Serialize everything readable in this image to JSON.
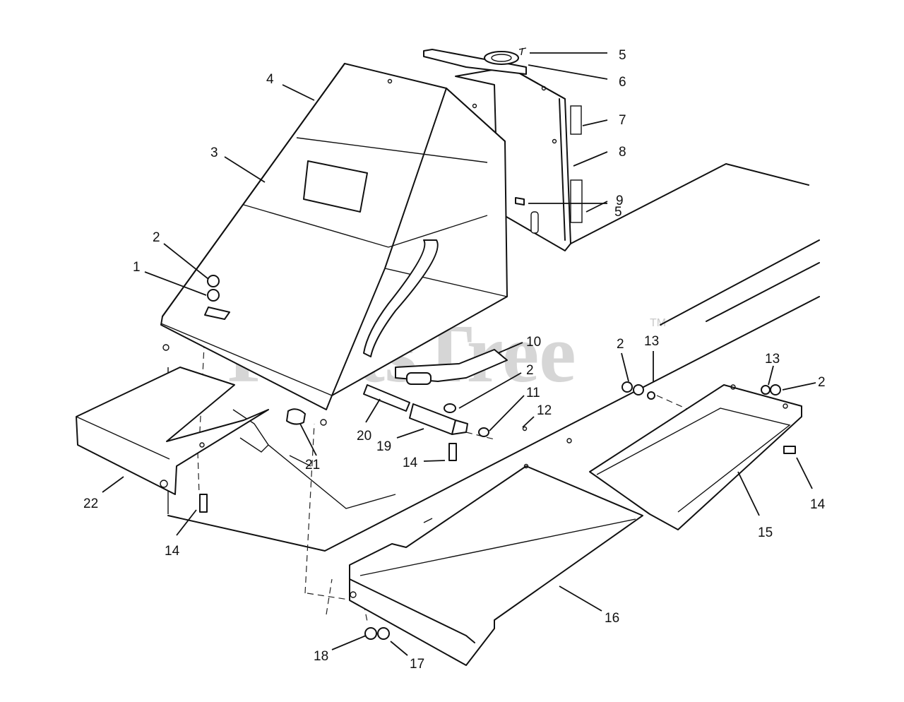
{
  "watermark": {
    "text": "PartsTree",
    "trademark": "TM"
  },
  "callouts": [
    {
      "id": "c5a",
      "number": "5"
    },
    {
      "id": "c6",
      "number": "6"
    },
    {
      "id": "c7",
      "number": "7"
    },
    {
      "id": "c8",
      "number": "8"
    },
    {
      "id": "c9",
      "number": "9"
    },
    {
      "id": "c5b",
      "number": "5"
    },
    {
      "id": "c4",
      "number": "4"
    },
    {
      "id": "c3",
      "number": "3"
    },
    {
      "id": "c2a",
      "number": "2"
    },
    {
      "id": "c1",
      "number": "1"
    },
    {
      "id": "c10",
      "number": "10"
    },
    {
      "id": "c2b",
      "number": "2"
    },
    {
      "id": "c11",
      "number": "11"
    },
    {
      "id": "c12",
      "number": "12"
    },
    {
      "id": "c20",
      "number": "20"
    },
    {
      "id": "c19",
      "number": "19"
    },
    {
      "id": "c21",
      "number": "21"
    },
    {
      "id": "c14a",
      "number": "14"
    },
    {
      "id": "c22",
      "number": "22"
    },
    {
      "id": "c14b",
      "number": "14"
    },
    {
      "id": "c2c",
      "number": "2"
    },
    {
      "id": "c13a",
      "number": "13"
    },
    {
      "id": "c13b",
      "number": "13"
    },
    {
      "id": "c2d",
      "number": "2"
    },
    {
      "id": "c14c",
      "number": "14"
    },
    {
      "id": "c15",
      "number": "15"
    },
    {
      "id": "c16",
      "number": "16"
    },
    {
      "id": "c18",
      "number": "18"
    },
    {
      "id": "c17",
      "number": "17"
    }
  ]
}
